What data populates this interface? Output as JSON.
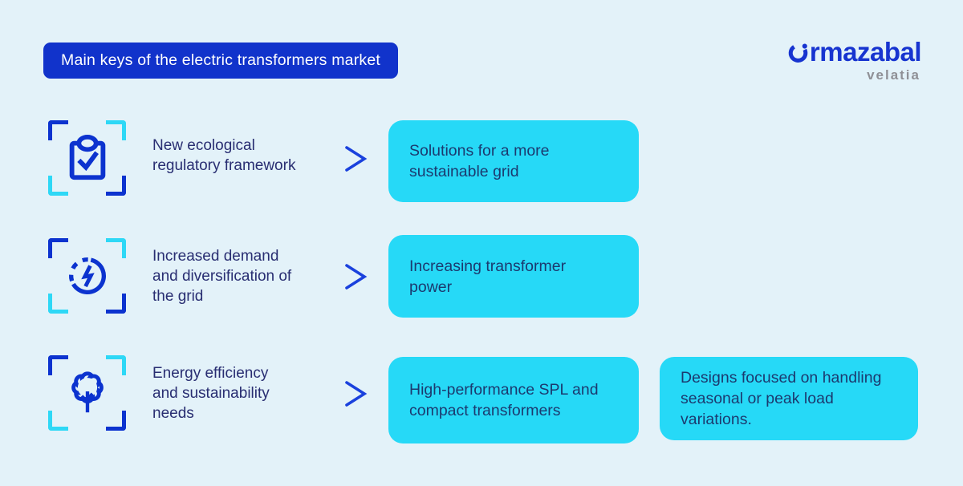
{
  "header": {
    "title": "Main keys of the electric transformers market",
    "logo": {
      "wordmark": "ormazabal",
      "wordmark_rest": "rmazabal",
      "tagline": "velatia"
    }
  },
  "rows": [
    {
      "icon": "clipboard-check-icon",
      "label": "New ecological\nregulatory framework",
      "boxes": [
        "Solutions for a more\nsustainable grid"
      ]
    },
    {
      "icon": "lightning-circle-icon",
      "label": "Increased demand\nand diversification of\nthe grid",
      "boxes": [
        "Increasing transformer\npower"
      ]
    },
    {
      "icon": "tree-icon",
      "label": "Energy efficiency\nand sustainability\nneeds",
      "boxes": [
        "High-performance SPL and\ncompact transformers",
        "Designs focused on handling\nseasonal or peak load\nvariations."
      ]
    }
  ],
  "colors": {
    "background": "#e3f2f9",
    "title_bar_blue": "#1133cb",
    "logo_blue": "#1734d0",
    "logo_gray": "#8f9096",
    "icon_stroke_blue": "#0c33cf",
    "bracket_cyan": "#2ed8f6",
    "chevron_blue": "#1a41dd",
    "box_cyan": "#26d9f7",
    "label_navy": "#292e72",
    "box_text_navy": "#1c3a6f"
  }
}
